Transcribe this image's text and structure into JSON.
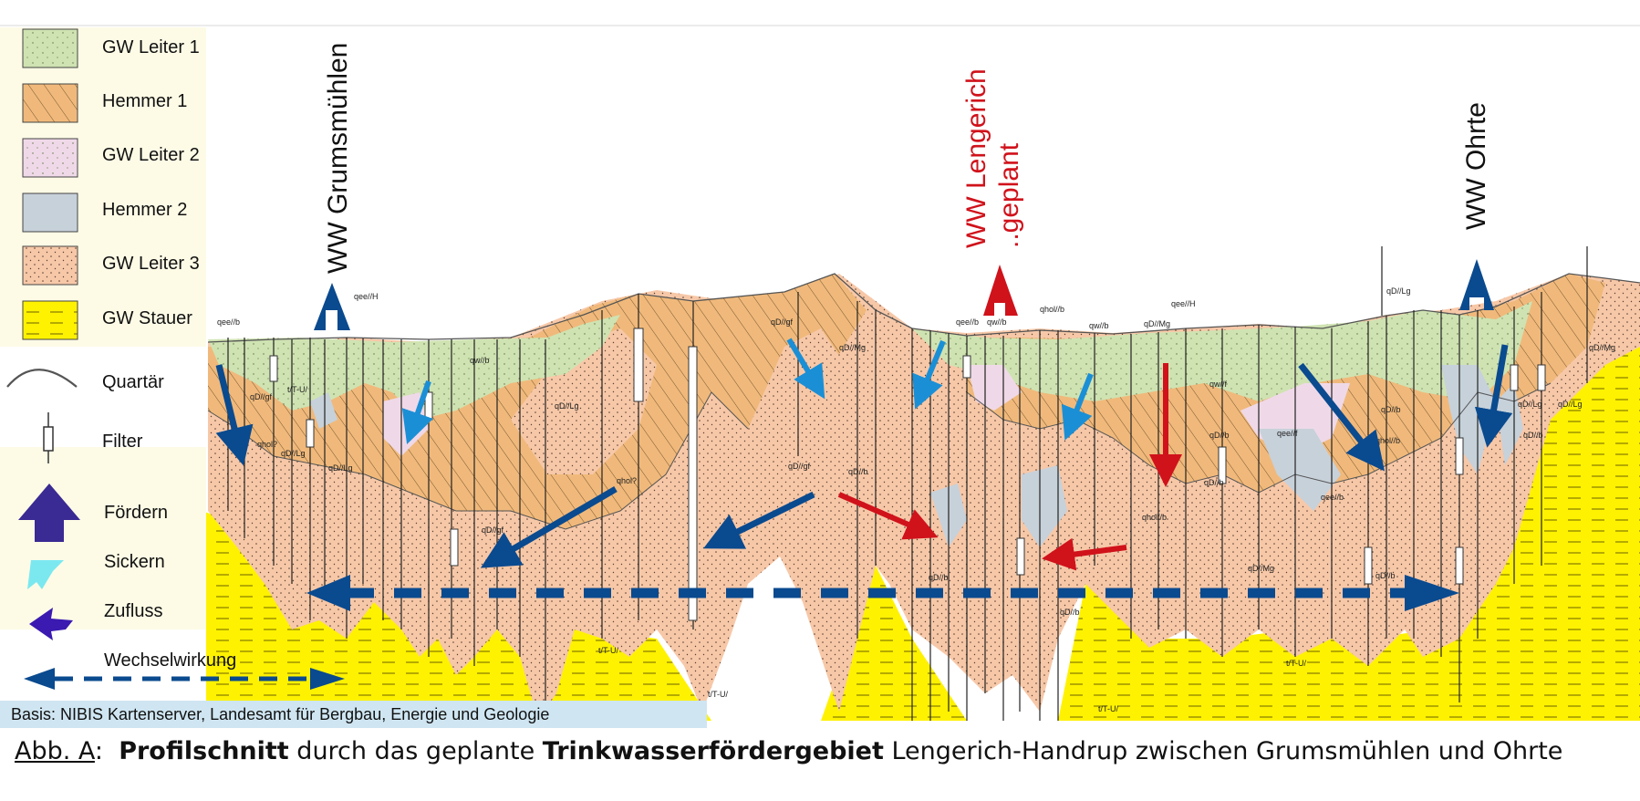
{
  "legend": {
    "items": [
      {
        "label": "GW Leiter 1",
        "color": "#cfe3b2",
        "type": "swatch"
      },
      {
        "label": "Hemmer 1",
        "color": "#f0b97b",
        "type": "swatch"
      },
      {
        "label": "GW Leiter 2",
        "color": "#efd9e8",
        "type": "swatch"
      },
      {
        "label": "Hemmer 2",
        "color": "#c7d1da",
        "type": "swatch"
      },
      {
        "label": "GW Leiter 3",
        "color": "#f7c8a8",
        "type": "swatch"
      },
      {
        "label": "GW Stauer",
        "color": "#fff200",
        "type": "swatch"
      },
      {
        "label": "Quartär",
        "type": "line"
      },
      {
        "label": "Filter",
        "type": "filter"
      },
      {
        "label": "Fördern",
        "color": "#3a2a93",
        "type": "arrow-up"
      },
      {
        "label": "Sickern",
        "color": "#7be8f0",
        "type": "arrow-diag"
      },
      {
        "label": "Zufluss",
        "color": "#3a1ab0",
        "type": "arrow-left"
      },
      {
        "label": "Wechselwirkung",
        "color": "#0a4a8f",
        "type": "dashed-double"
      }
    ]
  },
  "wells": {
    "grumsmuehlen": "WW Grumsmühlen",
    "lengerich": "WW Lengerich",
    "geplant": "..geplant",
    "ohrte": "WW Ohrte"
  },
  "profile_labels": [
    "qee//b",
    "t/T-U/",
    "qD//gf",
    "qD//Lg",
    "qhol?",
    "qee//H",
    "qw//b",
    "qD//Lg",
    "qD//Lg",
    "qD//Mg",
    "qD//gf",
    "qee//b",
    "qw//b",
    "qhol//b",
    "qw//b",
    "qD//Mg",
    "qee//H",
    "qw//f",
    "qD//b",
    "qee//f",
    "qD//Lg",
    "qD//Lg",
    "qD//b",
    "qD//gf",
    "qhol?",
    "qD//b",
    "qD//b",
    "qhol//b",
    "qD//Mg",
    "qD//b",
    "qD//b",
    "qee//b",
    "qD//b",
    "qhol//b",
    "t/T-U/",
    "t/T-U/",
    "t/T-U/",
    "t/T-U/",
    "qD//gf",
    "qD//Lg",
    "qD//b",
    "qD//Mg"
  ],
  "basis": "Basis: NIBIS Kartenserver, Landesamt für Bergbau, Energie und Geologie",
  "caption": {
    "prefix": "Abb. A",
    "colon": ":",
    "bold1": "Profilschnitt",
    "text1": " durch das geplante ",
    "bold2": "Trinkwasserfördergebiet",
    "text2": " Lengerich-Handrup zwischen Grumsmühlen und Ohrte"
  },
  "colors": {
    "gw_leiter_1": "#cfe3b2",
    "hemmer_1": "#f0b97b",
    "gw_leiter_2": "#efd9e8",
    "hemmer_2": "#c7d1da",
    "gw_leiter_3": "#f7c8a8",
    "gw_stauer": "#fff200",
    "arrow_dark_blue": "#0a4a8f",
    "arrow_light_blue": "#1b8fd6",
    "arrow_red": "#d0121b",
    "legend_bg": "#fdfbe6",
    "basis_bg": "#cfe6f2"
  }
}
